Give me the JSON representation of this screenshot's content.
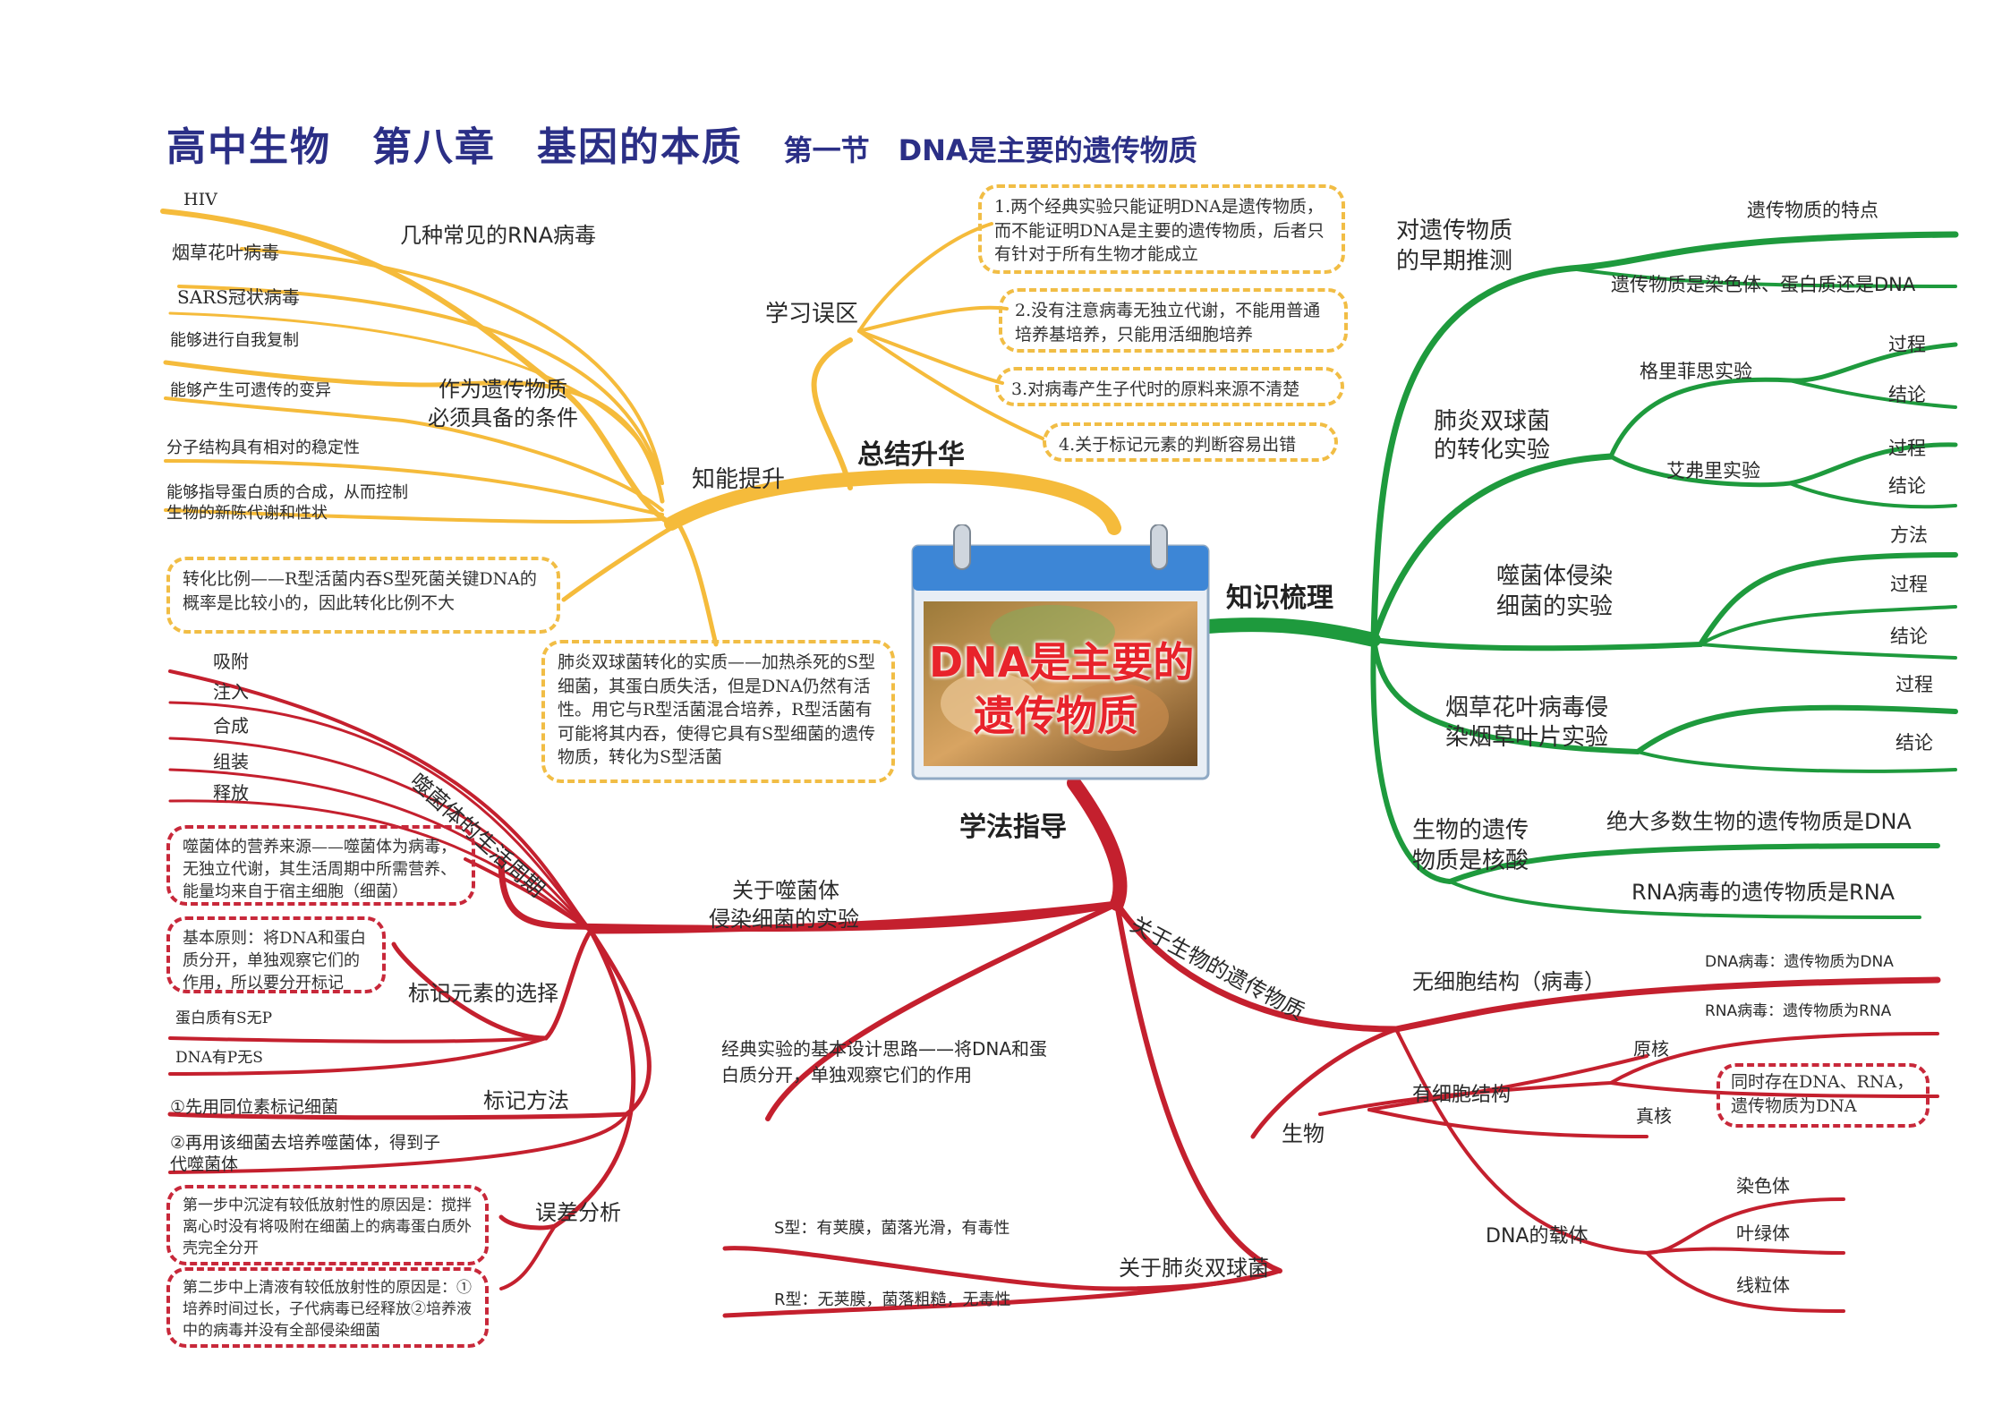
{
  "title": {
    "main": "高中生物　第八章　基因的本质",
    "sub": "第一节　DNA是主要的遗传物质"
  },
  "center": {
    "label": "DNA是主要的遗传物质",
    "line1": "DNA是主要的",
    "line2": "遗传物质"
  },
  "colors": {
    "yellow": "#f5bb3b",
    "green": "#1e9a3d",
    "red": "#c4202e",
    "title": "#2b2f86",
    "calendar_blue": "#3d86d6"
  },
  "branches": {
    "summary": {
      "label": "总结升华",
      "knowledge": {
        "label": "知能提升",
        "rna_viruses": {
          "label": "几种常见的RNA病毒",
          "items": [
            "HIV",
            "烟草花叶病毒",
            "SARS冠状病毒"
          ]
        },
        "conditions": {
          "label": "作为遗传物质必须具备的条件",
          "line1": "作为遗传物质",
          "line2": "必须具备的条件",
          "items": [
            "能够进行自我复制",
            "能够产生可遗传的变异",
            "分子结构具有相对的稳定性",
            "能够指导蛋白质的合成，从而控制生物的新陈代谢和性状"
          ]
        },
        "conversion_ratio": "转化比例——R型活菌内吞S型死菌关键DNA的概率是比较小的，因此转化比例不大",
        "essence": "肺炎双球菌转化的实质——加热杀死的S型细菌，其蛋白质失活，但是DNA仍然有活性。用它与R型活菌混合培养，R型活菌有可能将其内吞，使得它具有S型细菌的遗传物质，转化为S型活菌"
      },
      "misconceptions": {
        "label": "学习误区",
        "items": [
          "1.两个经典实验只能证明DNA是遗传物质，而不能证明DNA是主要的遗传物质，后者只有针对于所有生物才能成立",
          "2.没有注意病毒无独立代谢，不能用普通培养基培养，只能用活细胞培养",
          "3.对病毒产生子代时的原料来源不清楚",
          "4.关于标记元素的判断容易出错"
        ]
      }
    },
    "knowledge_review": {
      "label": "知识梳理",
      "early": {
        "label": "对遗传物质的早期推测",
        "line1": "对遗传物质",
        "line2": "的早期推测",
        "items": [
          "遗传物质的特点",
          "遗传物质是染色体、蛋白质还是DNA"
        ]
      },
      "pneumococcus": {
        "label": "肺炎双球菌的转化实验",
        "line1": "肺炎双球菌",
        "line2": "的转化实验",
        "griffith": {
          "label": "格里菲思实验",
          "items": [
            "过程",
            "结论"
          ]
        },
        "avery": {
          "label": "艾弗里实验",
          "items": [
            "过程",
            "结论"
          ]
        }
      },
      "phage": {
        "label": "噬菌体侵染细菌的实验",
        "line1": "噬菌体侵染",
        "line2": "细菌的实验",
        "items": [
          "方法",
          "过程",
          "结论"
        ]
      },
      "tmv": {
        "label": "烟草花叶病毒侵染烟草叶片实验",
        "line1": "烟草花叶病毒侵",
        "line2": "染烟草叶片实验",
        "items": [
          "过程",
          "结论"
        ]
      },
      "nucleic": {
        "label": "生物的遗传物质是核酸",
        "line1": "生物的遗传",
        "line2": "物质是核酸",
        "items": [
          "绝大多数生物的遗传物质是DNA",
          "RNA病毒的遗传物质是RNA"
        ]
      }
    },
    "method": {
      "label": "学法指导",
      "phage_exp": {
        "label": "关于噬菌体侵染细菌的实验",
        "line1": "关于噬菌体",
        "line2": "侵染细菌的实验",
        "life_cycle": {
          "label": "噬菌体的生活周期",
          "items": [
            "吸附",
            "注入",
            "合成",
            "组装",
            "释放"
          ]
        },
        "nutrition": "噬菌体的营养来源——噬菌体为病毒，无独立代谢，其生活周期中所需营养、能量均来自于宿主细胞（细菌）",
        "labeling_elements": {
          "label": "标记元素的选择",
          "principle": "基本原则：将DNA和蛋白质分开，单独观察它们的作用，所以要分开标记",
          "items": [
            "蛋白质有S无P",
            "DNA有P无S"
          ]
        },
        "labeling_method": {
          "label": "标记方法",
          "items": [
            "①先用同位素标记细菌",
            "②再用该细菌去培养噬菌体，得到子代噬菌体"
          ]
        },
        "error": {
          "label": "误差分析",
          "items": [
            "第一步中沉淀有较低放射性的原因是：搅拌离心时没有将吸附在细菌上的病毒蛋白质外壳完全分开",
            "第二步中上清液有较低放射性的原因是：①培养时间过长，子代病毒已经释放②培养液中的病毒并没有全部侵染细菌"
          ]
        }
      },
      "design": "经典实验的基本设计思路——将DNA和蛋白质分开，单独观察它们的作用",
      "pneumo": {
        "label": "关于肺炎双球菌",
        "items": [
          "S型：有荚膜，菌落光滑，有毒性",
          "R型：无荚膜，菌落粗糙，无毒性"
        ]
      },
      "organisms": {
        "label": "关于生物的遗传物质",
        "bio": {
          "label": "生物",
          "acellular": {
            "label": "无细胞结构（病毒）",
            "items": [
              "DNA病毒：遗传物质为DNA",
              "RNA病毒：遗传物质为RNA"
            ]
          },
          "cellular": {
            "label": "有细胞结构",
            "items": [
              "原核",
              "真核"
            ],
            "note": "同时存在DNA、RNA，遗传物质为DNA"
          },
          "carrier": {
            "label": "DNA的载体",
            "items": [
              "染色体",
              "叶绿体",
              "线粒体"
            ]
          }
        }
      }
    }
  }
}
